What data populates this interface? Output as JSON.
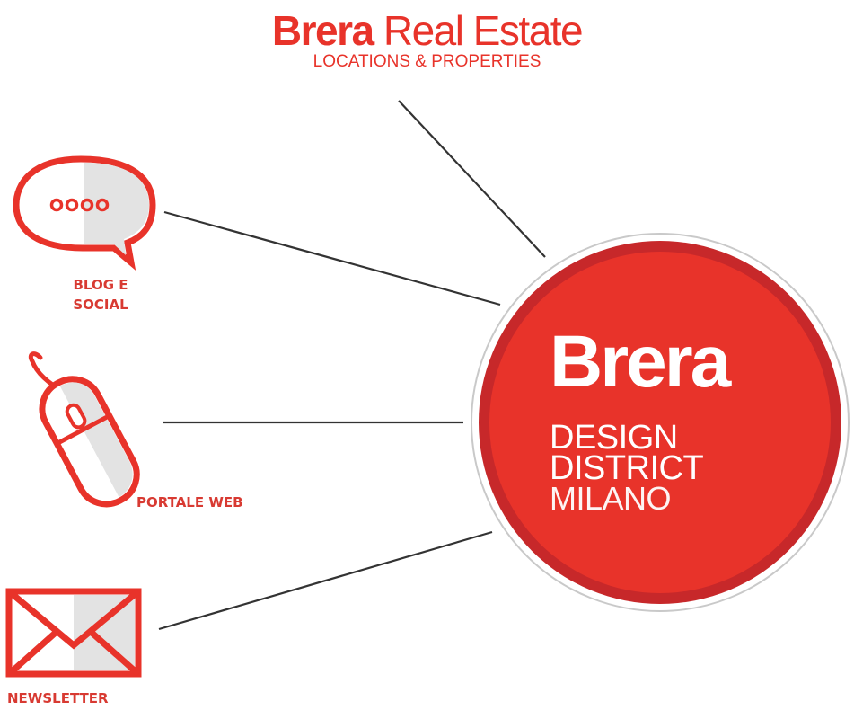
{
  "header": {
    "brand_bold": "Brera",
    "brand_light": "Real Estate",
    "tagline": "LOCATIONS & PROPERTIES"
  },
  "hub": {
    "title": "Brera",
    "line1": "DESIGN",
    "line2": "DISTRICT",
    "line3": "MILANO"
  },
  "channels": {
    "blog": {
      "label_line1": "BLOG E",
      "label_line2": "SOCIAL"
    },
    "web": {
      "label": "PORTALE WEB"
    },
    "newsletter": {
      "label": "NEWSLETTER"
    }
  },
  "colors": {
    "brand_red": "#e8332a",
    "dark_red": "#c7282a",
    "icon_grey": "#e6e6e6",
    "line": "#333333"
  }
}
